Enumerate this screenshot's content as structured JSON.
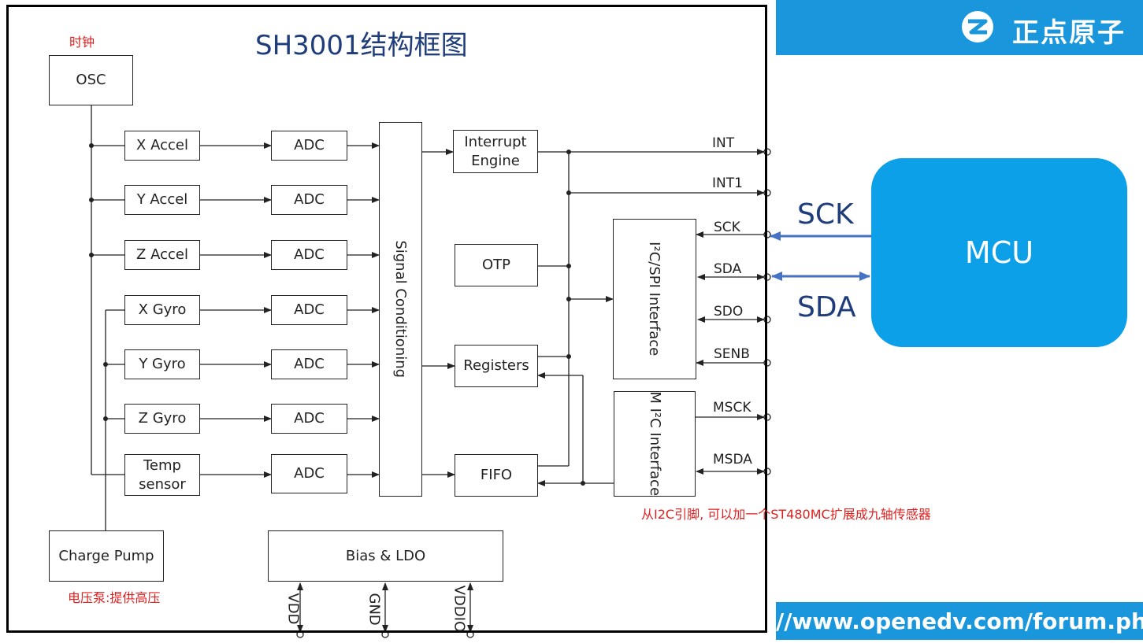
{
  "title": "SH3001结构框图",
  "brand": {
    "name": "正点原子"
  },
  "url": "//www.openedv.com/forum.php",
  "notes": {
    "clock": "时钟",
    "pump": "电压泵:提供高压",
    "i2c": "从I2C引脚, 可以加一个ST480MC扩展成九轴传感器"
  },
  "blocks": {
    "osc": "OSC",
    "sensors": [
      "X Accel",
      "Y Accel",
      "Z Accel",
      "X Gyro",
      "Y Gyro",
      "Z Gyro"
    ],
    "temp": "Temp sensor",
    "adc": "ADC",
    "signal": "Signal Conditioning",
    "interrupt": "Interrupt Engine",
    "otp": "OTP",
    "registers": "Registers",
    "fifo": "FIFO",
    "i2c_spi": "I²C/SPI Interface",
    "mi2c": "M I²C Interface",
    "charge_pump": "Charge Pump",
    "bias": "Bias & LDO"
  },
  "pins": [
    "INT",
    "INT1",
    "SCK",
    "SDA",
    "SDO",
    "SENB",
    "MSCK",
    "MSDA"
  ],
  "power_pins": [
    "VDD",
    "GND",
    "VDDIO"
  ],
  "mcu": {
    "label": "MCU",
    "sck": "SCK",
    "sda": "SDA"
  },
  "colors": {
    "banner": "#1a96dc",
    "mcu": "#0ca0e8",
    "arrow": "#4472c4",
    "note": "#e02020"
  }
}
